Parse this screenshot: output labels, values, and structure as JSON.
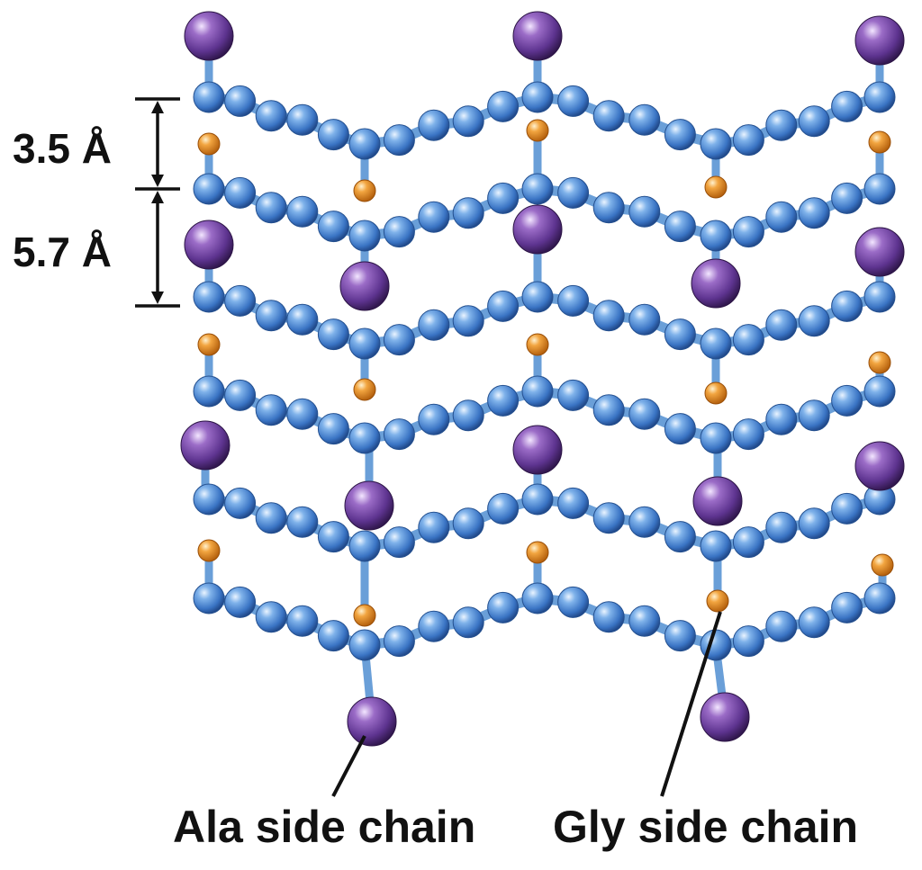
{
  "figure": {
    "spacing_upper": "3.5 Å",
    "spacing_lower": "5.7 Å",
    "label_ala": "Ala side chain",
    "label_gly": "Gly side chain"
  },
  "legend_items": [
    {
      "name": "Ala side chain",
      "atom": "large-purple-sphere"
    },
    {
      "name": "Gly side chain",
      "atom": "small-orange-sphere"
    }
  ],
  "colors": {
    "backbone_atom": "#3f7fcf",
    "backbone_bond": "#6a9fd8",
    "ala_side_chain": "#6e3f9a",
    "gly_side_chain": "#e08a1e",
    "text": "#111111"
  }
}
